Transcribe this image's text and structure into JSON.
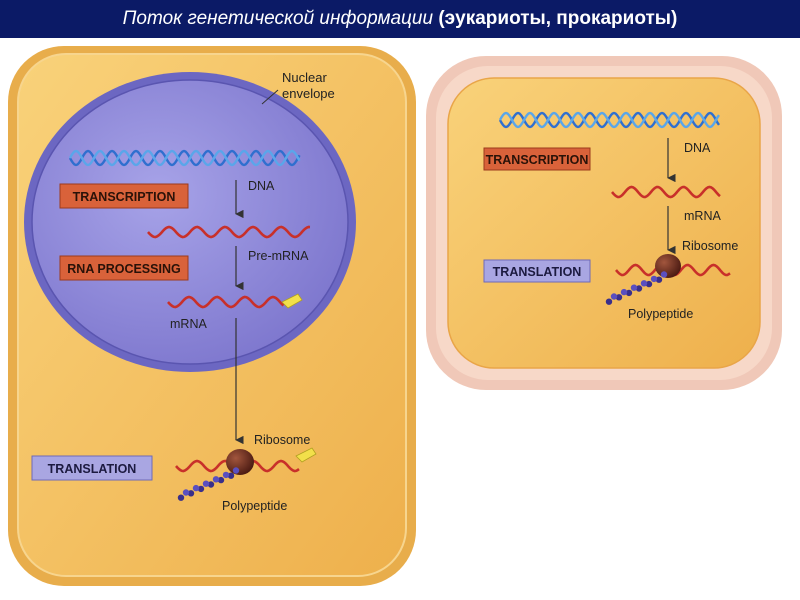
{
  "title": {
    "part1": "Поток генетической информации",
    "part2": " (эукариоты, прокариоты)"
  },
  "eukaryote": {
    "nuclear_envelope_line1": "Nuclear",
    "nuclear_envelope_line2": "envelope",
    "transcription": "TRANSCRIPTION",
    "rna_processing": "RNA PROCESSING",
    "translation": "TRANSLATION",
    "dna": "DNA",
    "pre_mrna": "Pre-mRNA",
    "mrna": "mRNA",
    "ribosome": "Ribosome",
    "polypeptide": "Polypeptide"
  },
  "prokaryote": {
    "transcription": "TRANSCRIPTION",
    "translation": "TRANSLATION",
    "dna": "DNA",
    "mrna": "mRNA",
    "ribosome": "Ribosome",
    "polypeptide": "Polypeptide"
  },
  "colors": {
    "title_bg": "#0b1a66",
    "cell_fill": "#f5c060",
    "nucleus_fill": "#8a85d6",
    "transcription_box": "#d9623a",
    "translation_box": "#a9a6e2",
    "dna_strand": "#3a7fd4",
    "mrna_strand": "#c8302a"
  }
}
